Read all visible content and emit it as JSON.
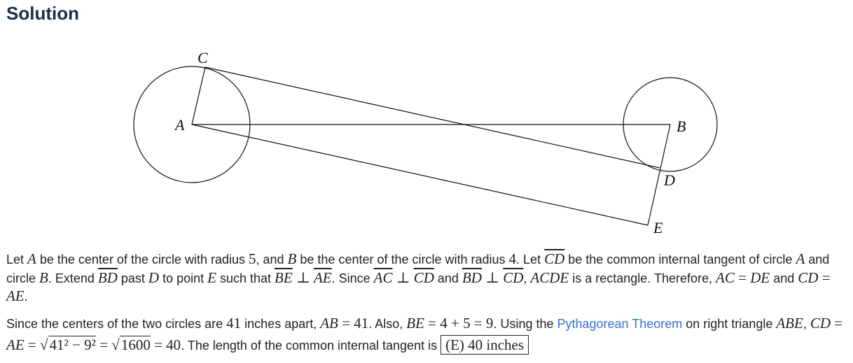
{
  "heading": "Solution",
  "figure": {
    "labels": {
      "A": "A",
      "B": "B",
      "C": "C",
      "D": "D",
      "E": "E"
    }
  },
  "paragraph1": [
    {
      "t": "Let "
    },
    {
      "m": "A"
    },
    {
      "t": " be the center of the circle with radius "
    },
    {
      "n": "5"
    },
    {
      "t": ", and "
    },
    {
      "m": "B"
    },
    {
      "t": " be the center of the circle with radius "
    },
    {
      "n": "4"
    },
    {
      "t": ". Let "
    },
    {
      "m": "CD",
      "ov": true
    },
    {
      "t": " be the common internal tangent of circle "
    },
    {
      "m": "A"
    },
    {
      "t": " and circle "
    },
    {
      "m": "B"
    },
    {
      "t": ". Extend "
    },
    {
      "m": "BD",
      "ov": true
    },
    {
      "t": " past "
    },
    {
      "m": "D"
    },
    {
      "t": " to point "
    },
    {
      "m": "E"
    },
    {
      "t": " such that "
    },
    {
      "m": "BE",
      "ov": true
    },
    {
      "n": " ⊥ "
    },
    {
      "m": "AE",
      "ov": true
    },
    {
      "t": ". Since "
    },
    {
      "m": "AC",
      "ov": true
    },
    {
      "n": " ⊥ "
    },
    {
      "m": "CD",
      "ov": true
    },
    {
      "t": " and "
    },
    {
      "m": "BD",
      "ov": true
    },
    {
      "n": " ⊥ "
    },
    {
      "m": "CD",
      "ov": true
    },
    {
      "t": ", "
    },
    {
      "m": "ACDE"
    },
    {
      "t": " is a rectangle. Therefore, "
    },
    {
      "m": "AC"
    },
    {
      "n": " = "
    },
    {
      "m": "DE"
    },
    {
      "t": " and "
    },
    {
      "m": "CD"
    },
    {
      "n": " = "
    },
    {
      "m": "AE"
    },
    {
      "t": "."
    }
  ],
  "paragraph2": [
    {
      "t": "Since the centers of the two circles are "
    },
    {
      "n": "41"
    },
    {
      "t": " inches apart, "
    },
    {
      "m": "AB"
    },
    {
      "n": " = 41"
    },
    {
      "t": ". Also, "
    },
    {
      "m": "BE"
    },
    {
      "n": " = 4 + 5 = 9"
    },
    {
      "t": ". Using the "
    },
    {
      "link": "Pythagorean Theorem"
    },
    {
      "t": " on right triangle "
    },
    {
      "m": "ABE"
    },
    {
      "t": ", "
    },
    {
      "m": "CD"
    },
    {
      "n": " = "
    },
    {
      "m": "AE"
    },
    {
      "n": " = √"
    },
    {
      "sqrt": "41² − 9²"
    },
    {
      "n": " = √"
    },
    {
      "sqrt": "1600"
    },
    {
      "n": " = 40"
    },
    {
      "t": ". The length of the common internal tangent is "
    },
    {
      "box": "(E) 40 inches"
    }
  ]
}
